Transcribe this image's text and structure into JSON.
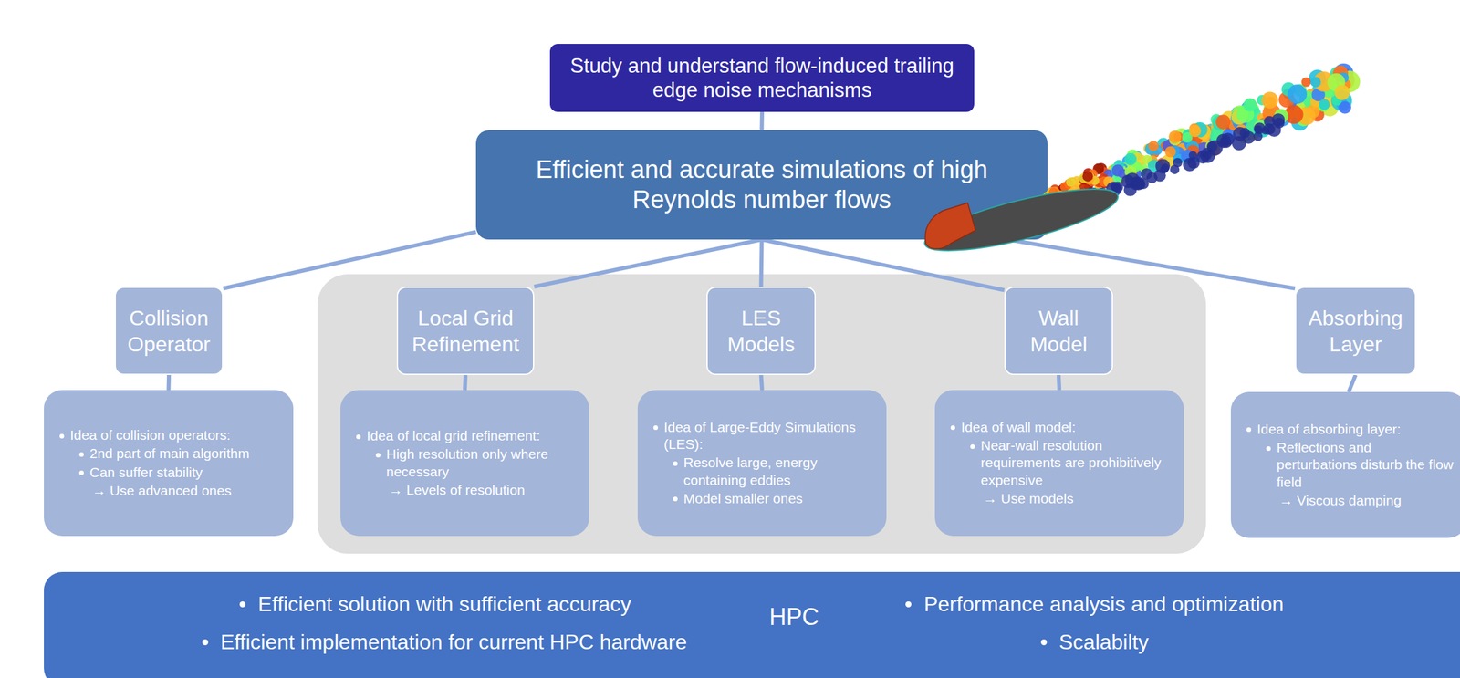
{
  "diagram": {
    "nodes": [
      {
        "text": [
          "Study and understand flow-induced trailing edge noise mechanisms"
        ]
      },
      {
        "text": [
          "Efficient and accurate simulations of high Reynolds number flows"
        ]
      },
      {
        "text": [
          "Collision Operator"
        ]
      },
      {
        "text": [
          "Idea of collision operators:",
          "2nd part of main algorithm",
          "Can suffer stability",
          "→ Use advanced ones"
        ]
      },
      {
        "text": [
          "Local Grid Refinement"
        ]
      },
      {
        "text": [
          "Idea of local grid refinement:",
          "High resolution only where necessary",
          "→ Levels of resolution"
        ]
      },
      {
        "text": [
          "LES Models"
        ]
      },
      {
        "text": [
          "Idea of Large-Eddy Simulations (LES):",
          "Resolve large, energy containing eddies",
          "Model smaller ones"
        ]
      },
      {
        "text": [
          "Wall Model"
        ]
      },
      {
        "text": [
          "Idea of wall model:",
          "Near-wall resolution requirements are prohibitively expensive",
          "→ Use models"
        ]
      },
      {
        "text": [
          "Absorbing Layer"
        ]
      },
      {
        "text": [
          "Idea of absorbing layer:",
          "Reflections and perturbations disturb the flow field",
          "→ Viscous damping"
        ]
      },
      {
        "text": [
          "HPC",
          "Efficient solution with sufficient accuracy",
          "Efficient implementation for current HPC hardware",
          "Performance analysis and optimization",
          "Scalabilty"
        ]
      }
    ],
    "edges": [
      {
        "from": 0,
        "to": 1,
        "arrow": "none"
      },
      {
        "from": 1,
        "to": 2,
        "arrow": "none"
      },
      {
        "from": 1,
        "to": 4,
        "arrow": "none"
      },
      {
        "from": 1,
        "to": 6,
        "arrow": "none"
      },
      {
        "from": 1,
        "to": 8,
        "arrow": "none"
      },
      {
        "from": 1,
        "to": 10,
        "arrow": "none"
      },
      {
        "from": 2,
        "to": 3,
        "arrow": "none"
      },
      {
        "from": 4,
        "to": 5,
        "arrow": "none"
      },
      {
        "from": 6,
        "to": 7,
        "arrow": "none"
      },
      {
        "from": 8,
        "to": 9,
        "arrow": "none"
      },
      {
        "from": 10,
        "to": 11,
        "arrow": "none"
      }
    ]
  }
}
